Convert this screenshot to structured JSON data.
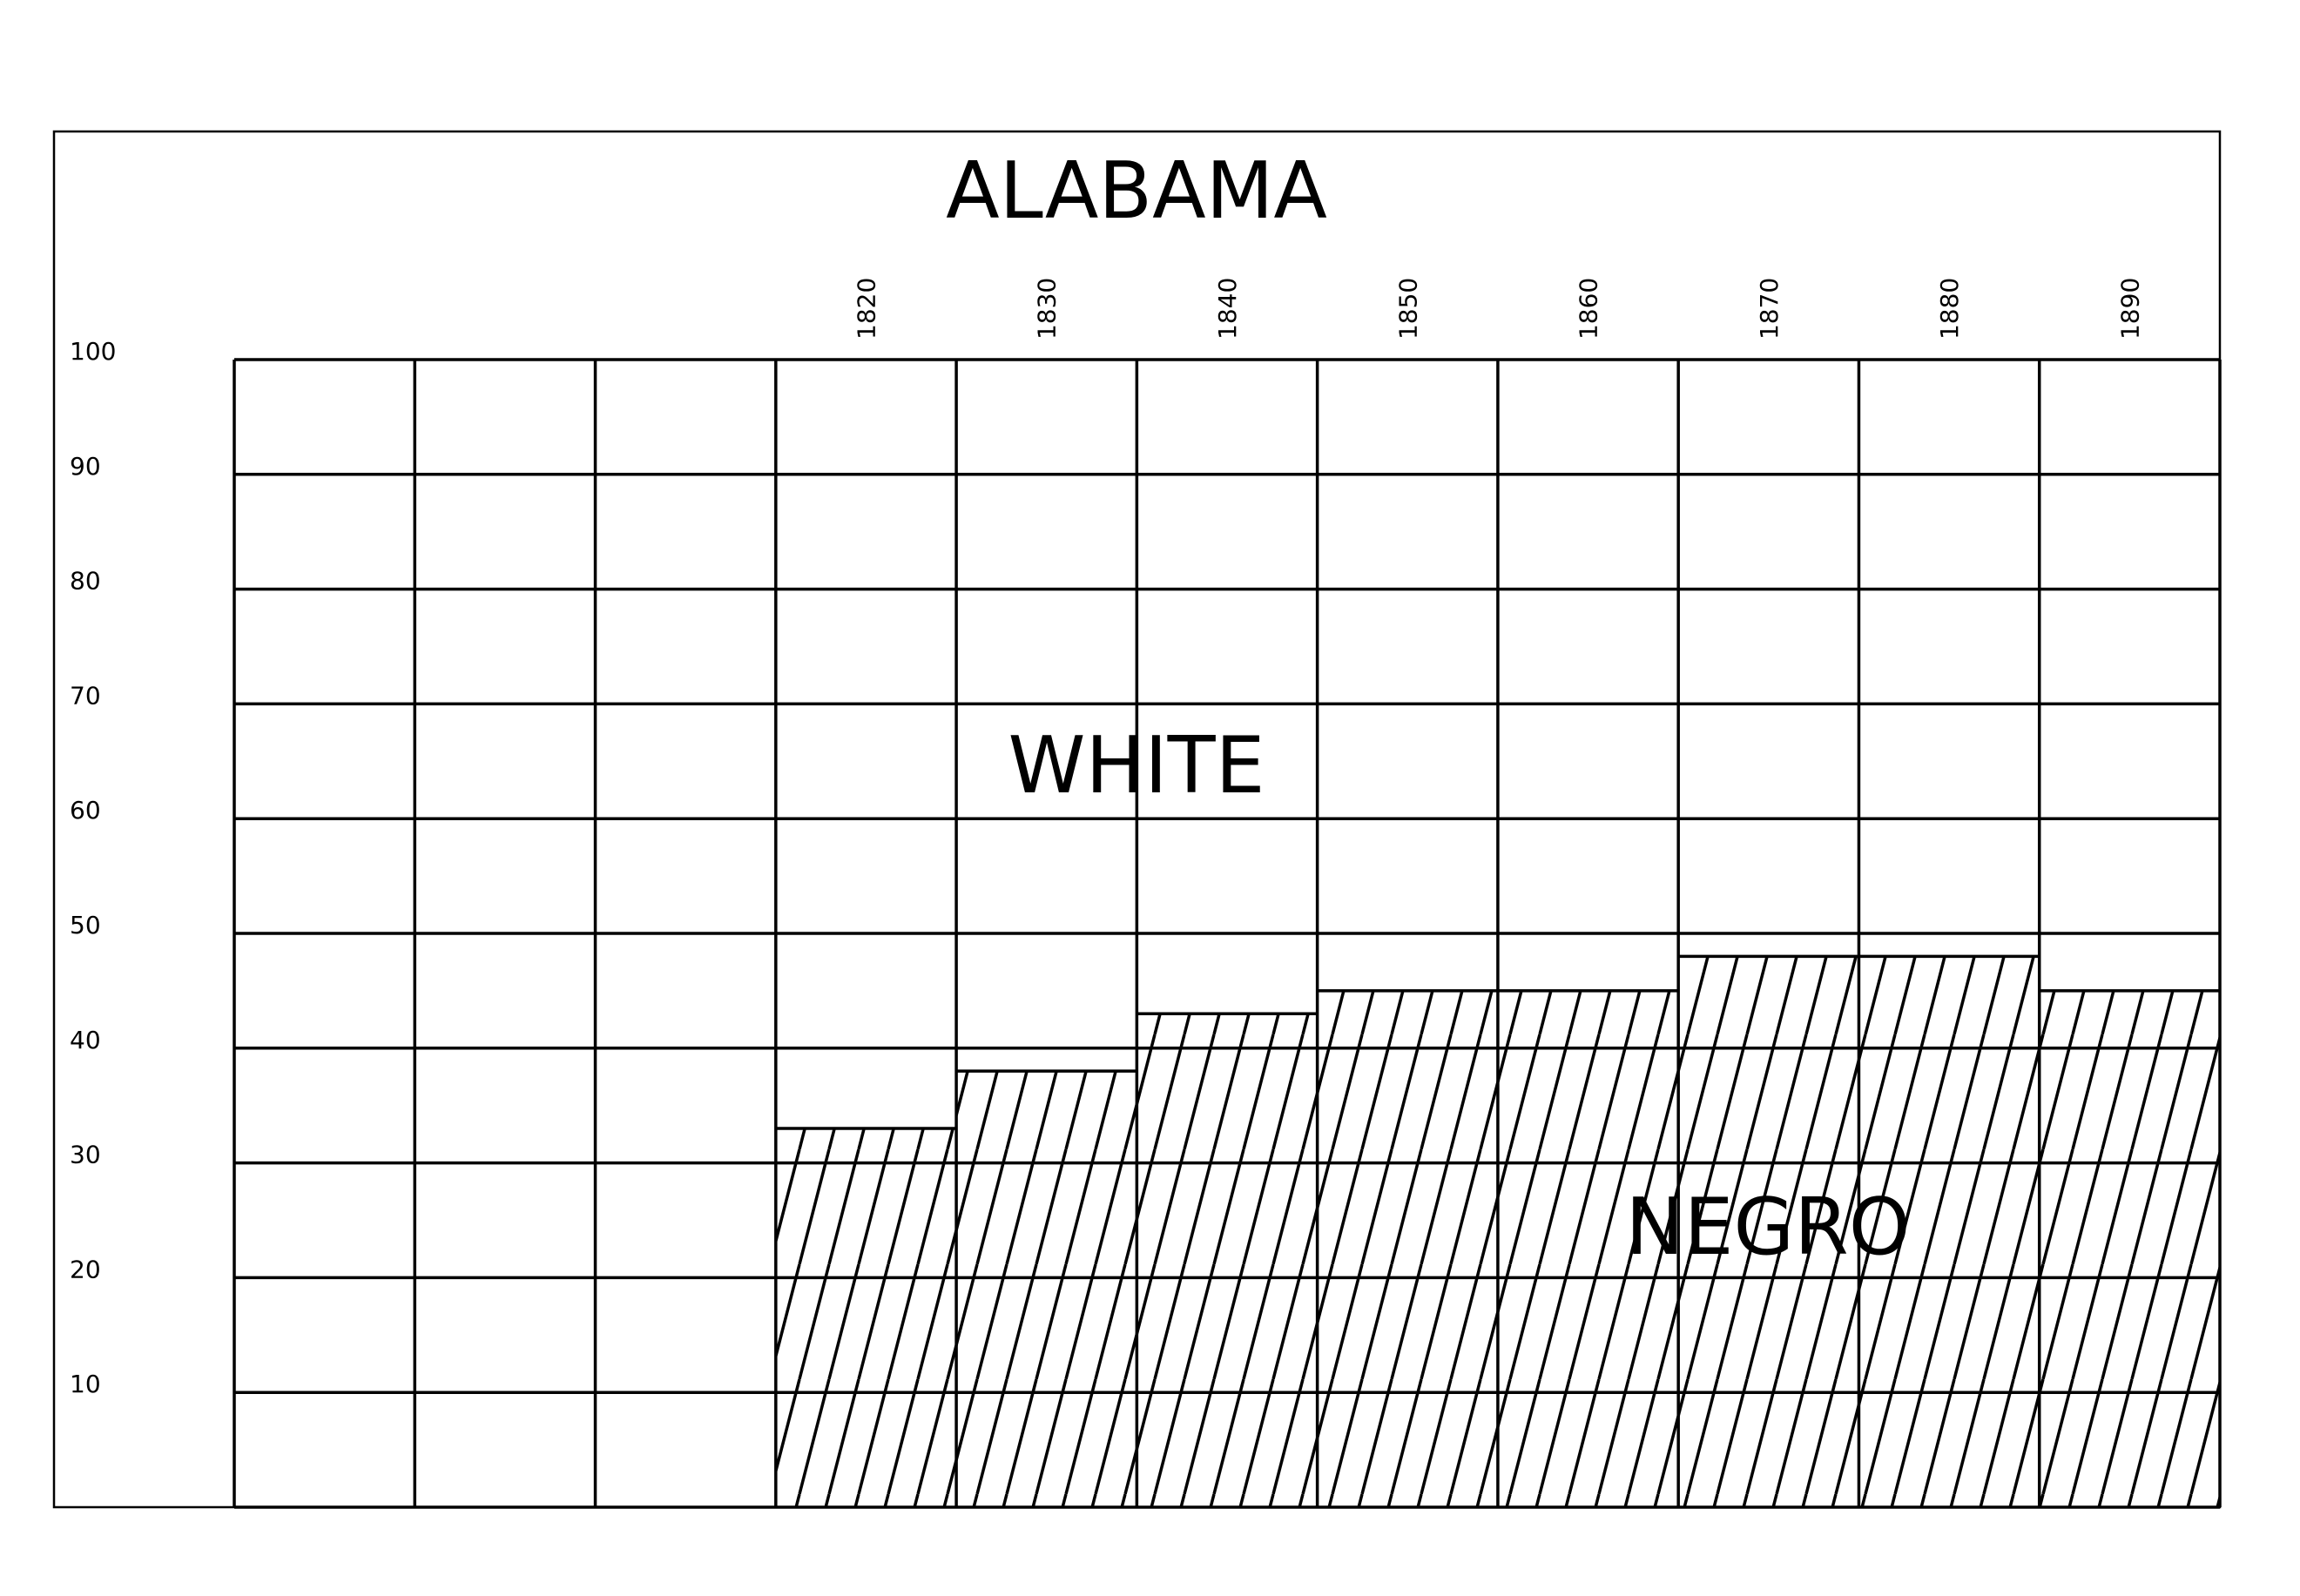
{
  "chart_data": {
    "type": "area",
    "title": "ALABAMA",
    "xlabel": "",
    "ylabel": "",
    "x": [
      "1820",
      "1830",
      "1840",
      "1850",
      "1860",
      "1870",
      "1880",
      "1890"
    ],
    "ylim": [
      0,
      100
    ],
    "yticks": [
      "100",
      "90",
      "80",
      "70",
      "60",
      "50",
      "40",
      "30",
      "20",
      "10"
    ],
    "series": [
      {
        "name": "NEGRO",
        "values": [
          33,
          38,
          43,
          45,
          45,
          48,
          48,
          45
        ],
        "pattern": "diagonal-hatch"
      },
      {
        "name": "WHITE",
        "values": [
          67,
          62,
          57,
          55,
          55,
          52,
          52,
          55
        ],
        "pattern": "none"
      }
    ],
    "grid": true,
    "legend": "labels on areas"
  }
}
